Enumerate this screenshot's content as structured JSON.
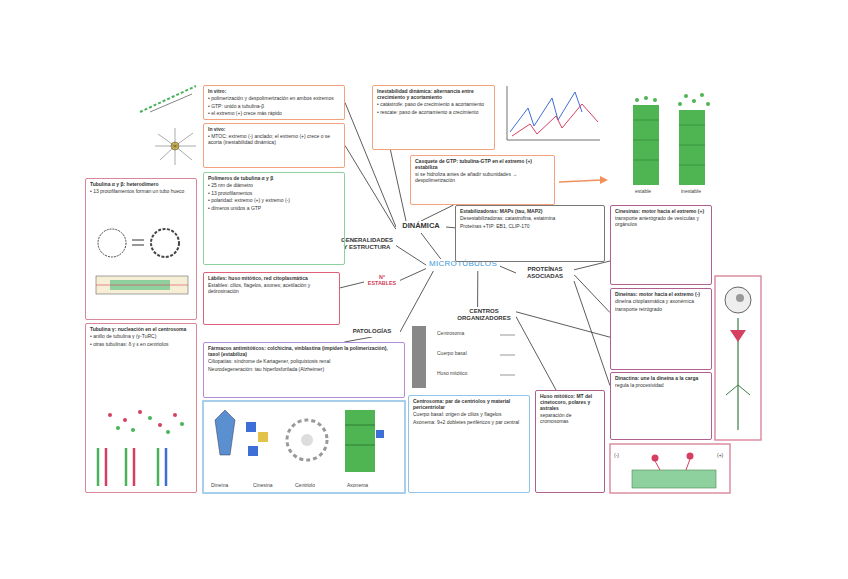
{
  "diagram": {
    "nodes": [
      {
        "text": [
          "MICROTÚBULOS"
        ]
      },
      {
        "text": [
          "DINÁMICA"
        ]
      },
      {
        "text": [
          "GENERALIDADES Y ESTRUCTURA"
        ]
      },
      {
        "text": [
          "Nº ESTABLES"
        ]
      },
      {
        "text": [
          "PROTEÍNAS ASOCIADAS"
        ]
      },
      {
        "text": [
          "CENTROS ORGANIZADORES"
        ]
      },
      {
        "text": [
          "PATOLOGÍAS"
        ]
      },
      {
        "text": [
          "In vitro:",
          "• polimerización y despolimerización en ambos extremos",
          "• GTP: unido a tubulina-β",
          "• el extremo (+) crece más rápido"
        ]
      },
      {
        "text": [
          "In vivo:",
          "• MTOC: extremo (-) anclado; el extremo (+) crece o se acorta (inestabilidad dinámica)"
        ]
      },
      {
        "text": [
          "Inestabilidad dinámica: alternancia entre crecimiento y acortamiento",
          "• catástrofe: paso de crecimiento a acortamiento",
          "• rescate: paso de acortamiento a crecimiento"
        ]
      },
      {
        "text": [
          "Casquete de GTP: tubulina-GTP en el extremo (+) estabiliza",
          "si se hidroliza antes de añadir subunidades → despolimerización"
        ]
      },
      {
        "text": [
          "Polímeros de tubulina α y β",
          "• 25 nm de diámetro",
          "• 13 protofilamentos",
          "• polaridad: extremo (+) y extremo (-)",
          "• dímeros unidos a GTP"
        ]
      },
      {
        "text": [
          "Tubulina α y β: heterodímero",
          "• 13 protofilamentos forman un tubo hueco"
        ]
      },
      {
        "text": [
          "Tubulina γ: nucleación en el centrosoma",
          "• anillo de tubulina γ (γ-TuRC)",
          "• otras tubulinas: δ y ε en centriolos"
        ]
      },
      {
        "text": [
          "Lábiles: huso mitótico, red citoplasmática",
          "Estables: cilios, flagelos, axones; acetilación y detirosinación"
        ]
      },
      {
        "text": [
          "Fármacos antimitóticos: colchicina, vinblastina (impiden la polimerización), taxol (estabiliza)",
          "Ciliopatías: síndrome de Kartagener, poliquistosis renal",
          "Neurodegeneración: tau hiperfosforilada (Alzheimer)"
        ]
      },
      {
        "text": [
          "Centrosoma: par de centriolos y material pericentriolar",
          "Cuerpo basal: origen de cilios y flagelos",
          "Axonema: 9+2 dobletes periféricos y par central"
        ]
      },
      {
        "text": [
          "Estabilizadoras: MAPs (tau, MAP2)",
          "Desestabilizadoras: catastrofina, estatmina",
          "Proteínas +TIP: EB1, CLIP-170"
        ]
      },
      {
        "text": [
          "Cinesinas: motor hacia el extremo (+)",
          "transporte anterógrado de vesículas y orgánulos"
        ]
      },
      {
        "text": [
          "Dineínas: motor hacia el extremo (-)",
          "dineína citoplasmática y axonémica",
          "transporte retrógrado"
        ]
      },
      {
        "text": [
          "Dinactina: une la dineína a la carga",
          "regula la procesividad"
        ]
      },
      {
        "text": [
          "Huso mitótico: MT del cinetocoro, polares y astrales",
          "separación de cromosomas"
        ]
      }
    ],
    "edges": [
      {
        "from": 0,
        "to": 1,
        "arrow": "none"
      },
      {
        "from": 0,
        "to": 2,
        "arrow": "none"
      },
      {
        "from": 0,
        "to": 3,
        "arrow": "none"
      },
      {
        "from": 0,
        "to": 4,
        "arrow": "none"
      },
      {
        "from": 0,
        "to": 5,
        "arrow": "none"
      },
      {
        "from": 0,
        "to": 6,
        "arrow": "none"
      },
      {
        "from": 1,
        "to": 7,
        "arrow": "none"
      },
      {
        "from": 1,
        "to": 8,
        "arrow": "none"
      },
      {
        "from": 1,
        "to": 9,
        "arrow": "none"
      },
      {
        "from": 1,
        "to": 10,
        "arrow": "none"
      },
      {
        "from": 1,
        "to": 17,
        "arrow": "none"
      },
      {
        "from": 2,
        "to": 11,
        "arrow": "none"
      },
      {
        "from": 3,
        "to": 14,
        "arrow": "none"
      },
      {
        "from": 4,
        "to": 18,
        "arrow": "none"
      },
      {
        "from": 4,
        "to": 19,
        "arrow": "none"
      },
      {
        "from": 4,
        "to": 20,
        "arrow": "none"
      },
      {
        "from": 5,
        "to": 21,
        "arrow": "none"
      },
      {
        "from": 5,
        "to": 19,
        "arrow": "none"
      },
      {
        "from": 6,
        "to": 15,
        "arrow": "none"
      }
    ],
    "labels": [
      "(-)",
      "(+)",
      "Dineína",
      "Cinesina",
      "Centriolo",
      "Axonema",
      "Centrosoma",
      "Cuerpo basal",
      "Huso mitótico",
      "estable",
      "inestable"
    ]
  }
}
